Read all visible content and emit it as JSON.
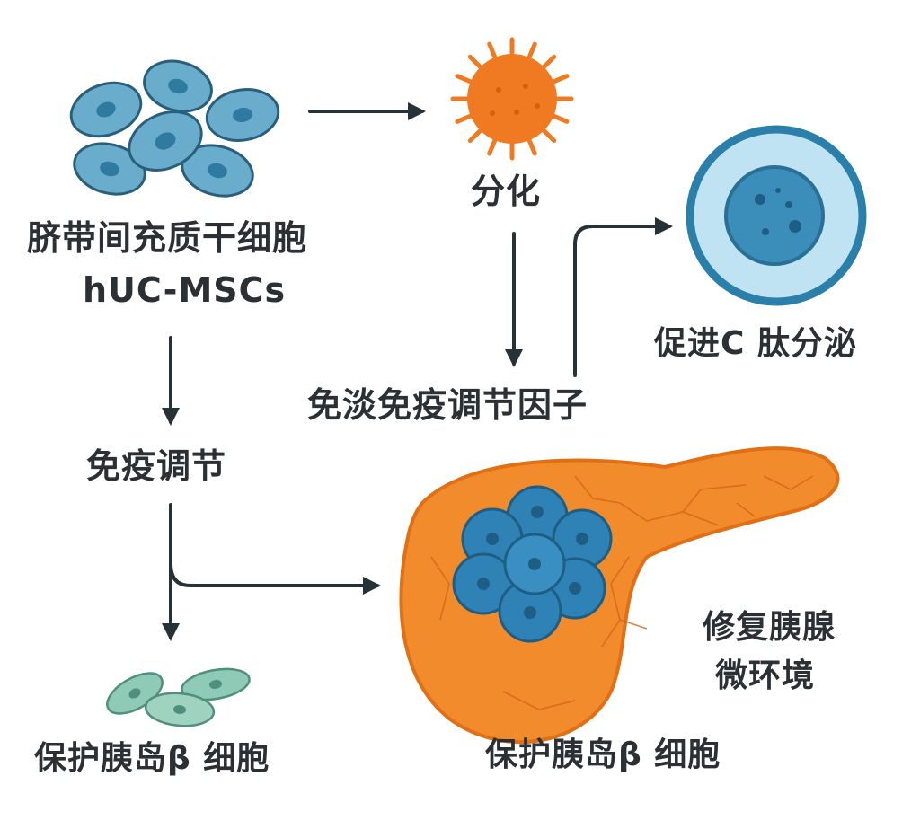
{
  "labels": {
    "msc_name": "脐带间充质干细胞",
    "msc_abbr": "hUC-MSCs",
    "differentiation": "分化",
    "c_peptide": "促进C 肽分泌",
    "immune_factor": "免淡免疫调节因子",
    "immune_regulation": "免疫调节",
    "repair_line1": "修复胰腺",
    "repair_line2": "微环境",
    "protect_left": "保护胰岛β 细胞",
    "protect_right": "保护胰岛β 细胞"
  },
  "colors": {
    "msc_cell": "#6aaccb",
    "msc_nucleus": "#2f7aa0",
    "orange_cell": "#f07a22",
    "pancreas": "#f18b2c",
    "islet": "#2f82b5",
    "beta_cell_ring": "#2a7fab",
    "beta_cell_fill": "#bfe3f2",
    "damaged_cell": "#8fcab7",
    "arrow": "#263238"
  }
}
